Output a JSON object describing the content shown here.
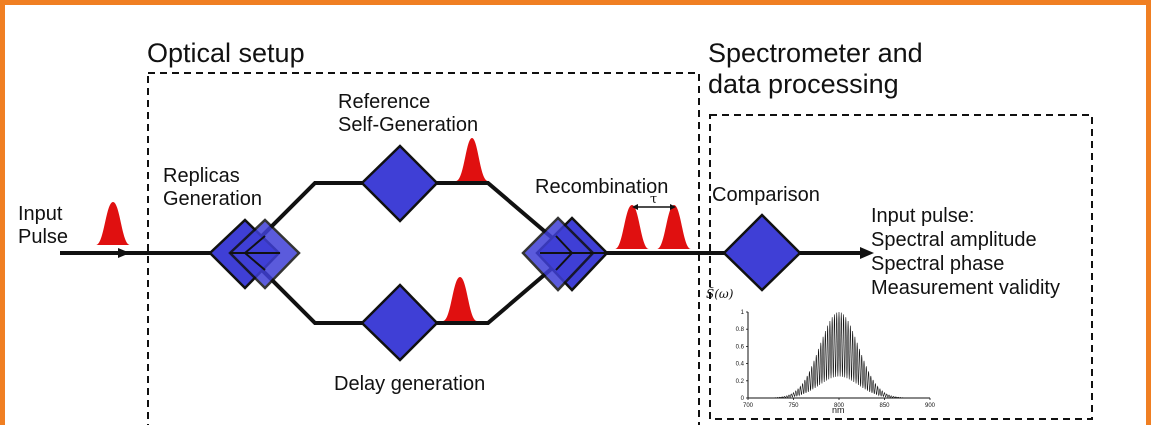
{
  "sections": {
    "optical_setup": "Optical setup",
    "spectrometer": "Spectrometer and\ndata processing"
  },
  "labels": {
    "input_pulse": "Input\nPulse",
    "replicas": "Replicas\nGeneration",
    "reference": "Reference\nSelf-Generation",
    "recombination": "Recombination",
    "tau": "τ",
    "comparison": "Comparison",
    "delay": "Delay generation",
    "output": "Input pulse:\nSpectral amplitude\nSpectral phase\nMeasurement validity"
  },
  "colors": {
    "frame": "#f07f22",
    "diamond_fill": "#3f3fd6",
    "pulse": "#e01010"
  },
  "chart_data": {
    "type": "line",
    "ylabel": "S̃(ω)",
    "xlabel": "nm",
    "x_ticks": [
      "700",
      "750",
      "800",
      "850",
      "900"
    ],
    "y_ticks": [
      "0",
      "0.2",
      "0.4",
      "0.6",
      "0.8",
      "1"
    ],
    "xlim": [
      700,
      900
    ],
    "ylim": [
      0,
      1
    ],
    "series": [
      {
        "envelope": "gaussian",
        "center": 800,
        "fwhm": 50,
        "peak": 1.0,
        "fringe_period_nm": 2.5,
        "baseline_fraction": 0.25
      }
    ]
  }
}
